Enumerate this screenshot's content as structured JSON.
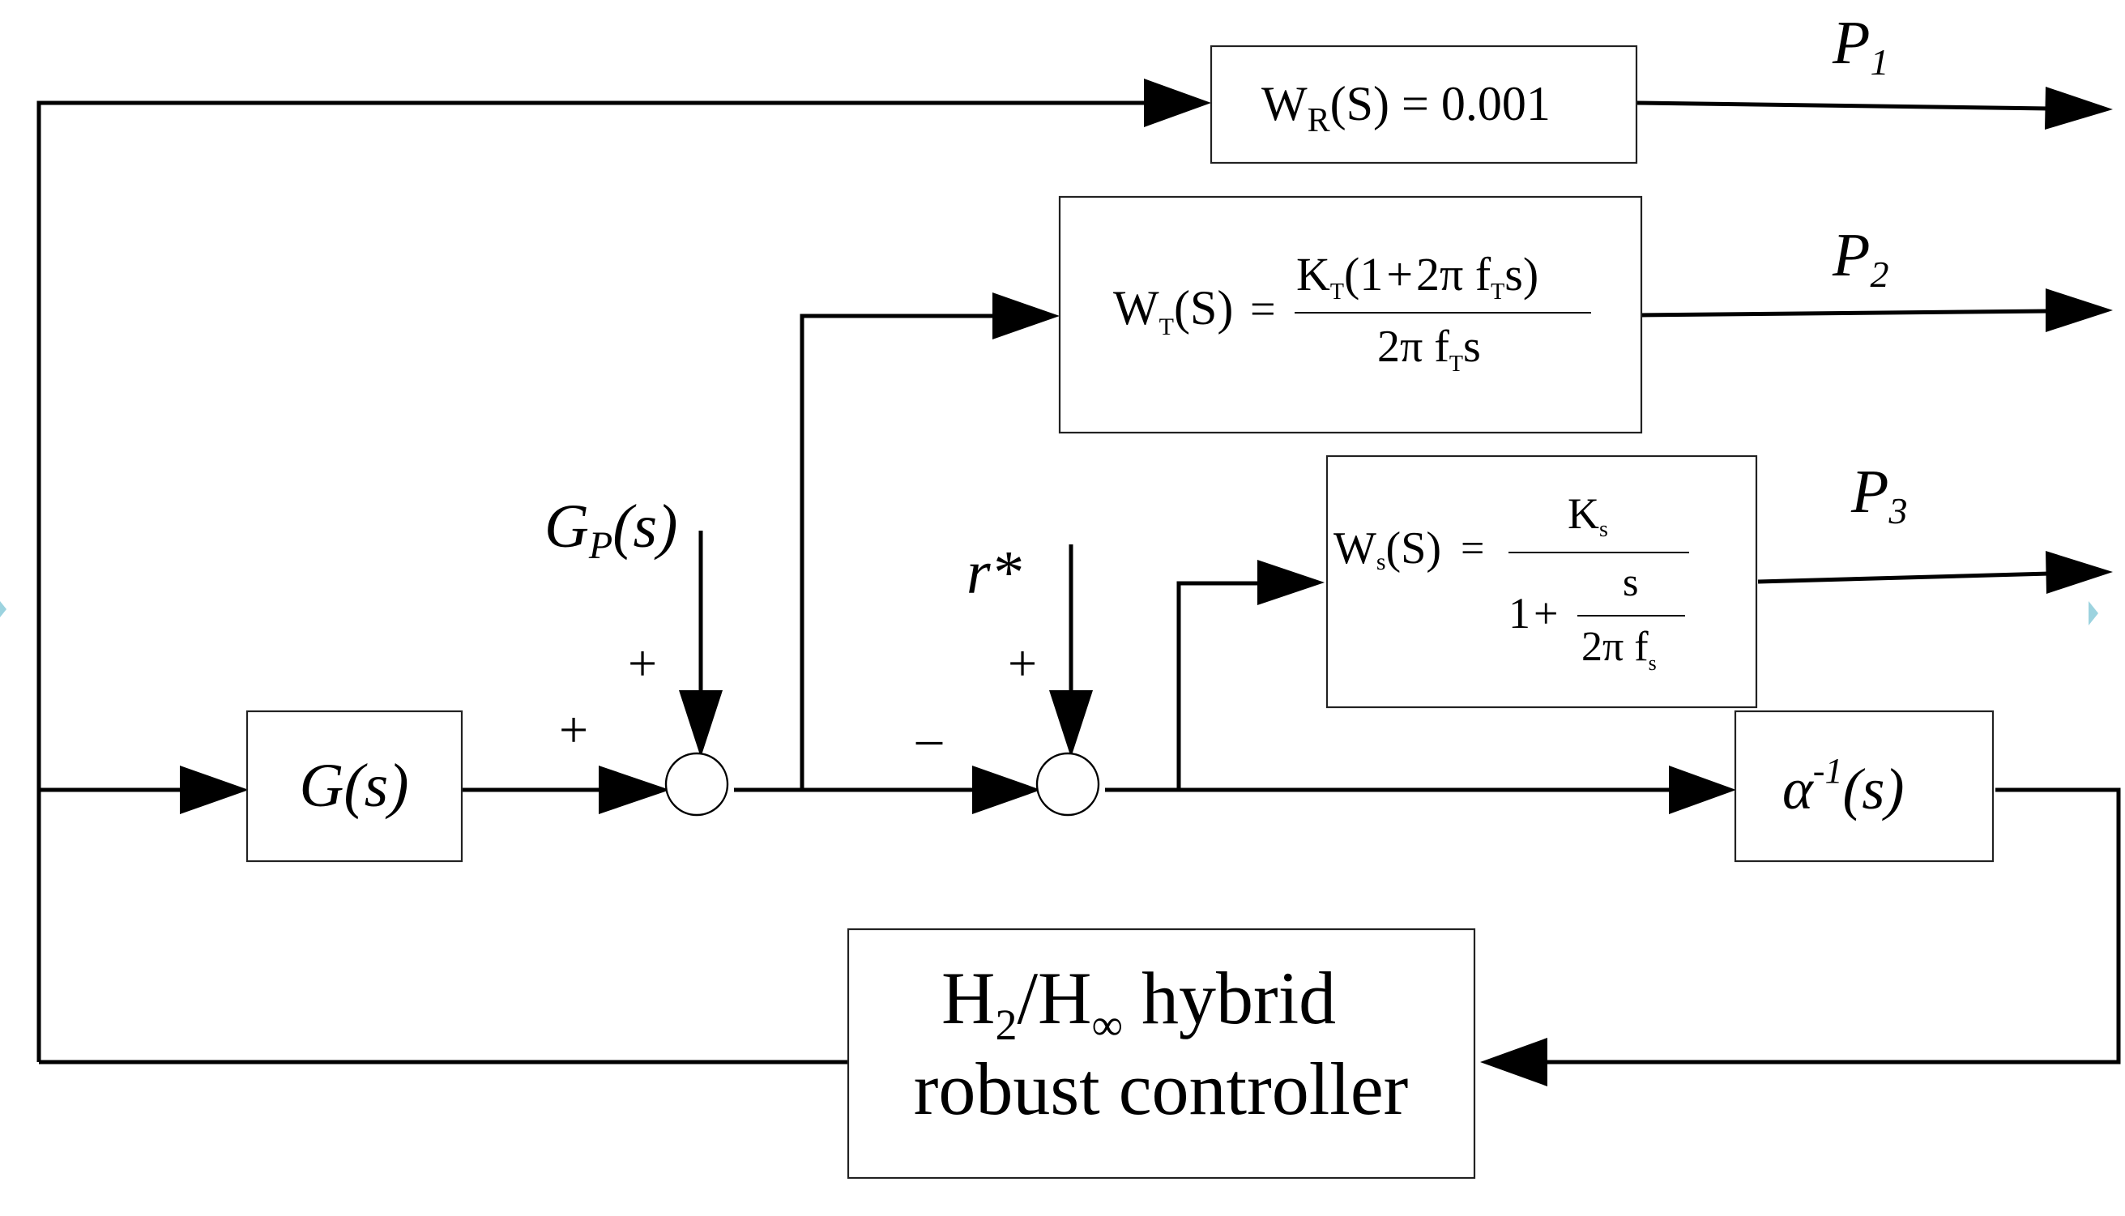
{
  "blocks": {
    "wr": {
      "text": "W",
      "sub": "R",
      "rest": "(S) = 0.001"
    },
    "wt": {
      "lhs": "W",
      "lhs_sub": "T",
      "lhs_rest": "(S)",
      "equals": "=",
      "num_a": "K",
      "num_a_sub": "T",
      "num_b": "(1",
      "num_plus": "+",
      "num_c": "2π f",
      "num_c_sub": "T",
      "num_d": "s)",
      "den_a": "2π f",
      "den_a_sub": "T",
      "den_b": "s"
    },
    "ws": {
      "lhs": "W",
      "lhs_sub": "s",
      "lhs_rest": "(S)",
      "equals": "=",
      "num": "K",
      "num_sub": "s",
      "den_one": "1",
      "den_plus": "+",
      "den_num": "s",
      "den_den": "2π f",
      "den_den_sub": "s"
    },
    "g": {
      "text": "G(s)"
    },
    "alpha": {
      "base": "α",
      "sup": "-1",
      "rest": "(s)"
    },
    "controller": {
      "line1_a": "H",
      "line1_sub": "2",
      "line1_b": "/H",
      "line1_sub2": "∞",
      "line1_c": " hybrid",
      "line2": "robust controller"
    }
  },
  "signals": {
    "p1": {
      "base": "P",
      "sub": "1"
    },
    "p2": {
      "base": "P",
      "sub": "2"
    },
    "p3": {
      "base": "P",
      "sub": "3"
    },
    "gp": {
      "base": "G",
      "sub": "P",
      "rest": "(s)"
    },
    "rstar": {
      "text": "r*"
    }
  },
  "signs": {
    "sum1_top": "+",
    "sum1_left": "+",
    "sum2_top": "+",
    "sum2_left": "–"
  }
}
